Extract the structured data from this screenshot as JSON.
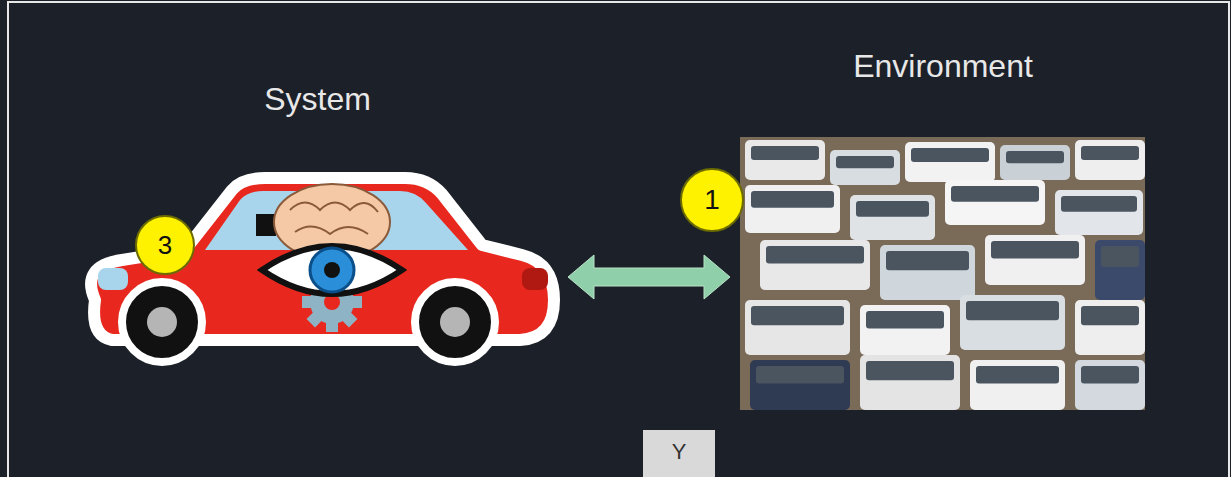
{
  "diagram": {
    "nodes": [
      {
        "text": [
          "System"
        ]
      },
      {
        "text": [
          "Environment"
        ]
      }
    ],
    "edges": [
      {
        "from": 0,
        "to": 1,
        "arrow": "both"
      }
    ],
    "labels": [
      "3",
      "1",
      "Y"
    ]
  }
}
